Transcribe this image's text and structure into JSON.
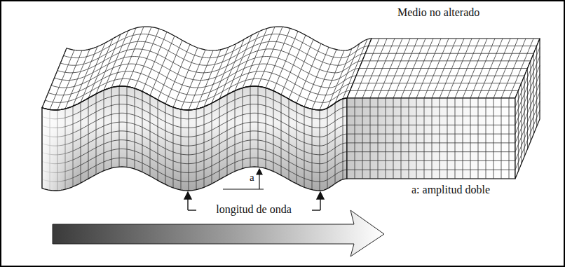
{
  "diagram": {
    "labels": [
      "Medio no alterado",
      "a",
      "longitud de onda",
      "a: amplitud doble"
    ]
  }
}
